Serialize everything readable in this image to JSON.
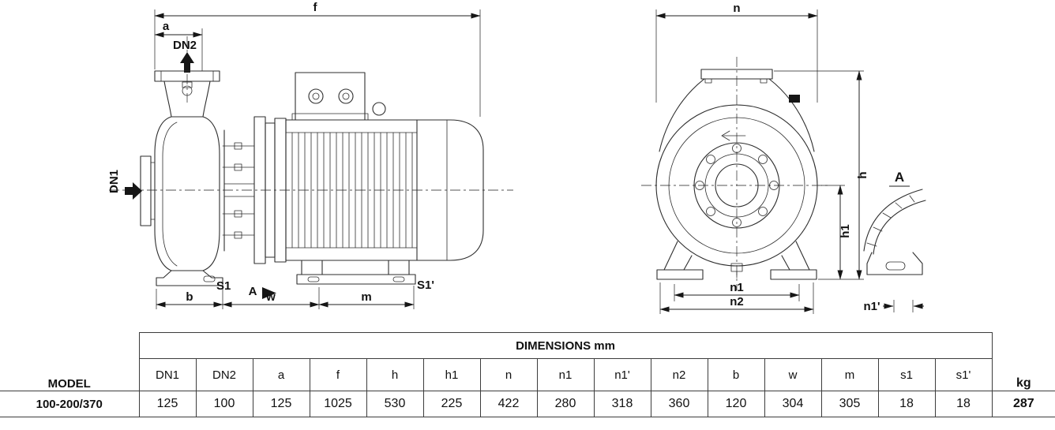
{
  "drawing": {
    "side_view": {
      "labels": {
        "f": "f",
        "a": "a",
        "dn2": "DN2",
        "dn1": "DN1",
        "s1": "S1",
        "view_arrow": "A",
        "s1_prime": "S1'",
        "b": "b",
        "w": "w",
        "m": "m"
      }
    },
    "front_view": {
      "labels": {
        "n": "n",
        "h": "h",
        "h1": "h1",
        "n1": "n1",
        "n2": "n2"
      }
    },
    "detail_view": {
      "title": "A",
      "labels": {
        "n1_prime": "n1'"
      }
    }
  },
  "table": {
    "model_header": "MODEL",
    "dimensions_header": "DIMENSIONS mm",
    "kg_header": "kg",
    "columns": [
      "DN1",
      "DN2",
      "a",
      "f",
      "h",
      "h1",
      "n",
      "n1",
      "n1'",
      "n2",
      "b",
      "w",
      "m",
      "s1",
      "s1'"
    ],
    "rows": [
      {
        "model": "100-200/370",
        "values": [
          "125",
          "100",
          "125",
          "1025",
          "530",
          "225",
          "422",
          "280",
          "318",
          "360",
          "120",
          "304",
          "305",
          "18",
          "18"
        ],
        "kg": "287"
      }
    ]
  }
}
